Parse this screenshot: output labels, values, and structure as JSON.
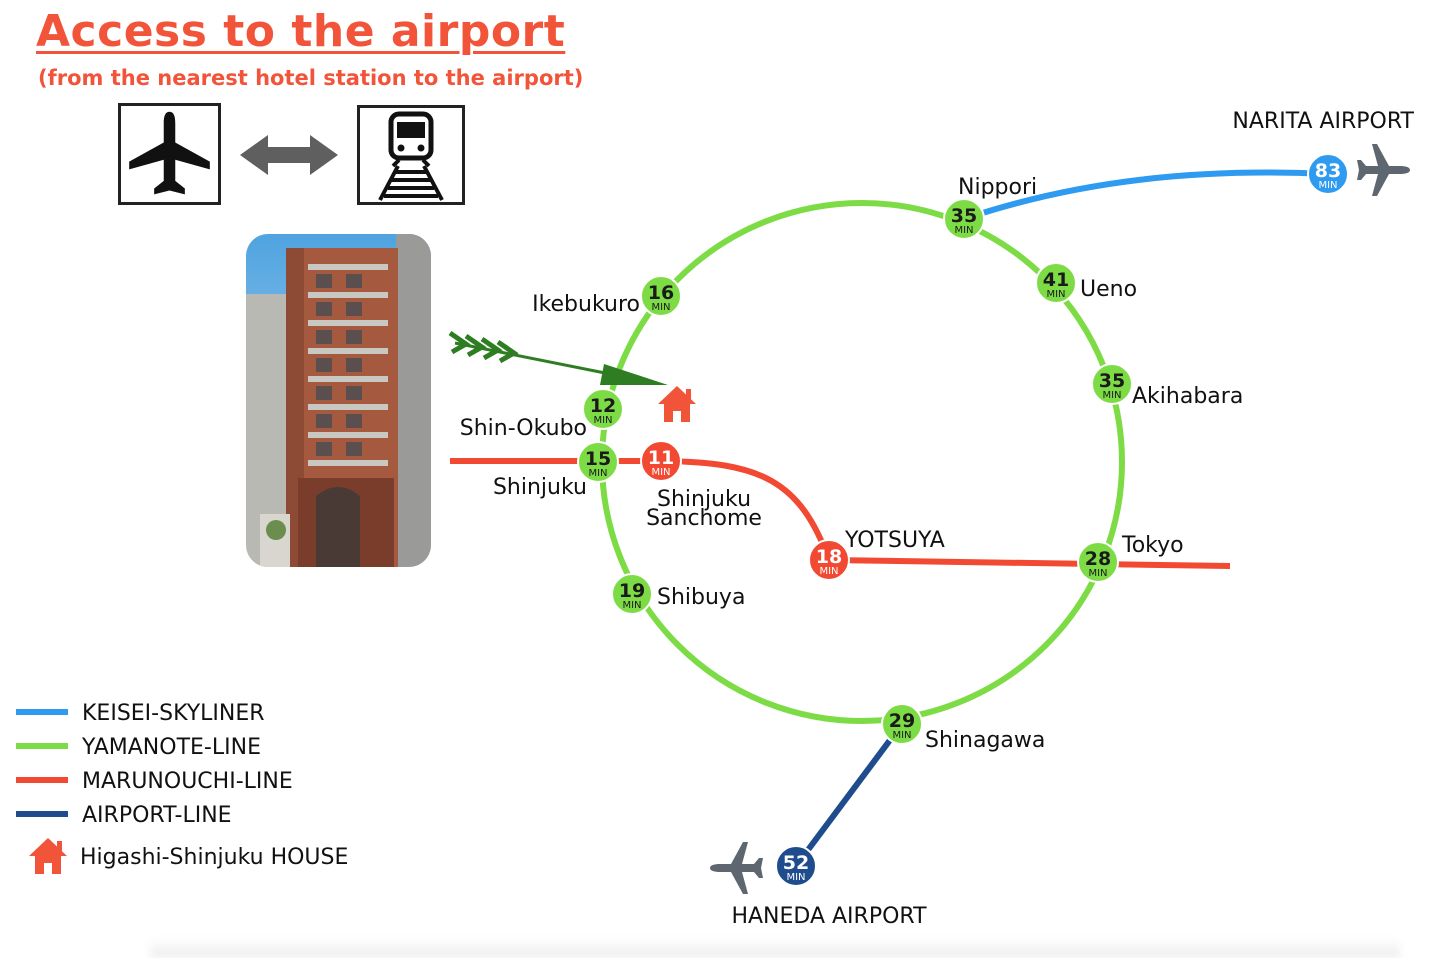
{
  "title": "Access to the airport",
  "subtitle": "(from the nearest hotel station to the airport)",
  "icons": [
    "airplane-icon",
    "double-arrow-icon",
    "train-icon"
  ],
  "colors": {
    "keisei": "#2e9bf0",
    "yamanote": "#7ddc46",
    "marunouchi": "#f24a32",
    "airport_line": "#1f4c8c",
    "hotel": "#f2543a",
    "pointer_arrow": "#2e7d22"
  },
  "unit": "MIN",
  "stations": [
    {
      "id": "nippori",
      "name": "Nippori",
      "minutes": "35",
      "line": "yamanote"
    },
    {
      "id": "ueno",
      "name": "Ueno",
      "minutes": "41",
      "line": "yamanote"
    },
    {
      "id": "akihabara",
      "name": "Akihabara",
      "minutes": "35",
      "line": "yamanote"
    },
    {
      "id": "tokyo",
      "name": "Tokyo",
      "minutes": "28",
      "line": "yamanote"
    },
    {
      "id": "shinagawa",
      "name": "Shinagawa",
      "minutes": "29",
      "line": "yamanote"
    },
    {
      "id": "shibuya",
      "name": "Shibuya",
      "minutes": "19",
      "line": "yamanote"
    },
    {
      "id": "shinjuku",
      "name": "Shinjuku",
      "minutes": "15",
      "line": "yamanote"
    },
    {
      "id": "shin-okubo",
      "name": "Shin-Okubo",
      "minutes": "12",
      "line": "yamanote"
    },
    {
      "id": "ikebukuro",
      "name": "Ikebukuro",
      "minutes": "16",
      "line": "yamanote"
    },
    {
      "id": "shinjuku-sanchome",
      "name": "Shinjuku Sanchome",
      "minutes": "11",
      "line": "marunouchi"
    },
    {
      "id": "yotsuya",
      "name": "YOTSUYA",
      "minutes": "18",
      "line": "marunouchi"
    },
    {
      "id": "narita",
      "name": "NARITA AIRPORT",
      "minutes": "83",
      "line": "keisei"
    },
    {
      "id": "haneda",
      "name": "HANEDA AIRPORT",
      "minutes": "52",
      "line": "airport_line"
    }
  ],
  "legend": [
    {
      "label": "KEISEI-SKYLINER",
      "color": "#2e9bf0"
    },
    {
      "label": "YAMANOTE-LINE",
      "color": "#7ddc46"
    },
    {
      "label": "MARUNOUCHI-LINE",
      "color": "#f24a32"
    },
    {
      "label": "AIRPORT-LINE",
      "color": "#1f4c8c"
    }
  ],
  "hotel_label": "Higashi-Shinjuku HOUSE"
}
